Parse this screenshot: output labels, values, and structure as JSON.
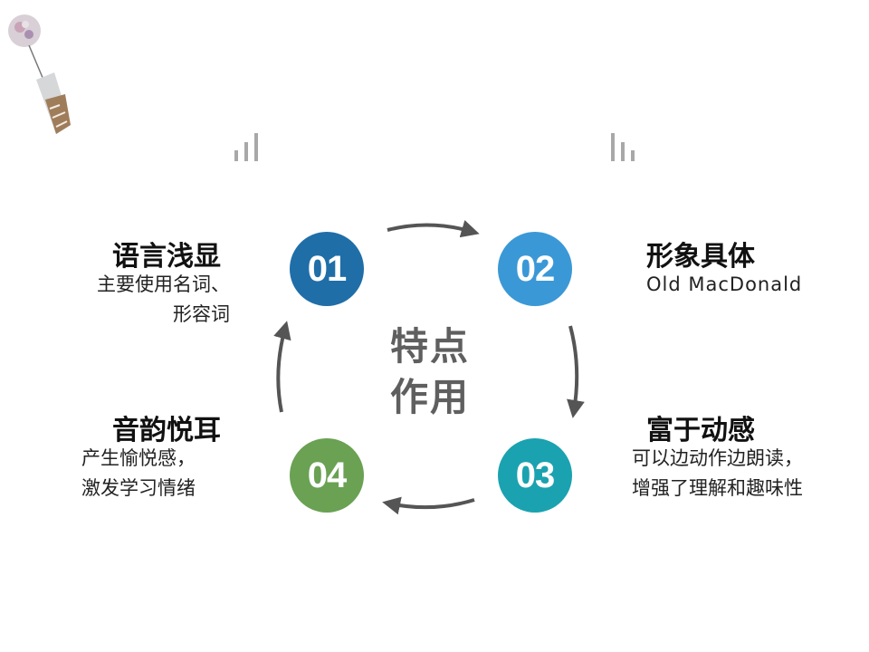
{
  "center": {
    "line1": "特点",
    "line2": "作用"
  },
  "items": [
    {
      "number": "01",
      "color": "#1f6ea8",
      "heading": "语言浅显",
      "desc_line1": "主要使用名词、",
      "desc_line2": "形容词"
    },
    {
      "number": "02",
      "color": "#3b98d6",
      "heading": "形象具体",
      "desc_line1": "Old MacDonald"
    },
    {
      "number": "03",
      "color": "#1aa2b0",
      "heading": "富于动感",
      "desc_line1": "可以边动作边朗读，",
      "desc_line2": "增强了理解和趣味性"
    },
    {
      "number": "04",
      "color": "#6aa153",
      "heading": "音韵悦耳",
      "desc_line1": "产生愉悦感，",
      "desc_line2": "激发学习情绪"
    }
  ],
  "icons": [
    "wind-chime-icon",
    "bar-chart-icon",
    "bar-chart-icon",
    "arrow-icon"
  ],
  "colors": {
    "arrow": "#555555",
    "bars": "#a8a8a8",
    "center_text": "#5f5f5f"
  }
}
